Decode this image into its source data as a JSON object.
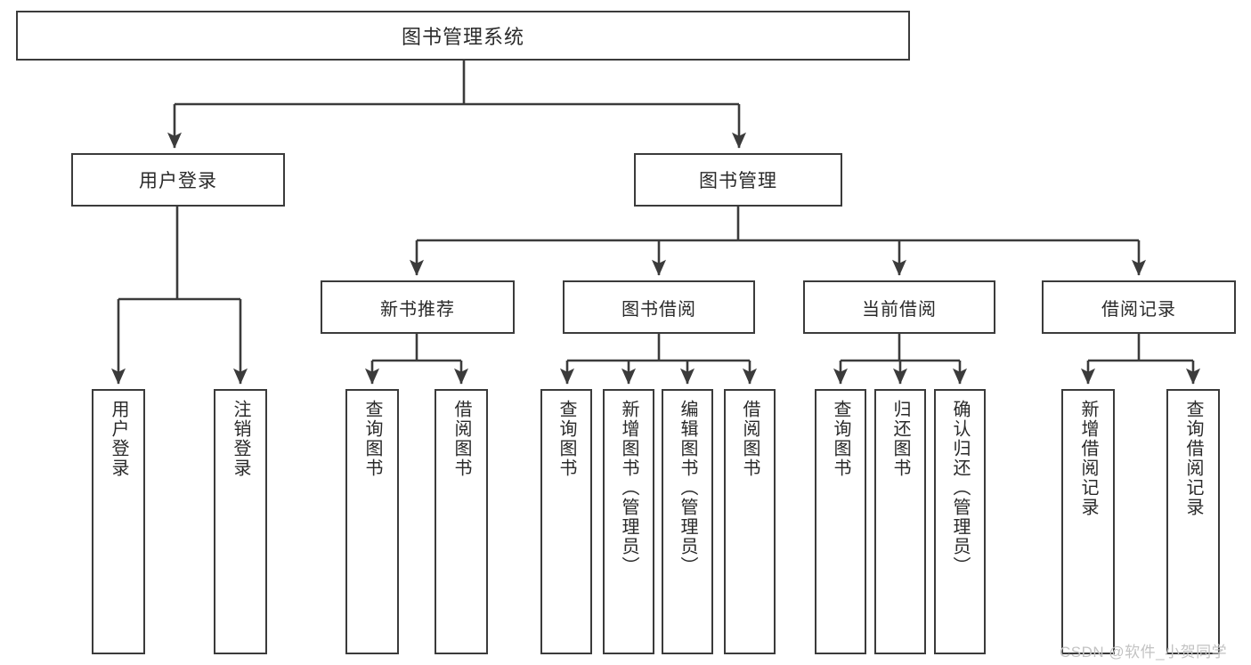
{
  "diagram": {
    "title": "图书管理系统",
    "type": "tree-hierarchy-diagram",
    "colors": {
      "box_border": "#3b3b3b",
      "box_fill": "#ffffff",
      "connector": "#3b3b3b",
      "text": "#2a2a2a",
      "watermark": "#c3c3c3",
      "background": "#ffffff"
    },
    "root": {
      "label": "图书管理系统"
    },
    "level1": [
      {
        "label": "用户登录"
      },
      {
        "label": "图书管理"
      }
    ],
    "level2": [
      {
        "label": "新书推荐"
      },
      {
        "label": "图书借阅"
      },
      {
        "label": "当前借阅"
      },
      {
        "label": "借阅记录"
      }
    ],
    "leaves": {
      "user_login": [
        {
          "label": "用户登录"
        },
        {
          "label": "注销登录"
        }
      ],
      "new_book_recommend": [
        {
          "label": "查询图书"
        },
        {
          "label": "借阅图书"
        }
      ],
      "book_borrow": [
        {
          "label": "查询图书"
        },
        {
          "label": "新增图书（管理员）"
        },
        {
          "label": "编辑图书（管理员）"
        },
        {
          "label": "借阅图书"
        }
      ],
      "current_borrow": [
        {
          "label": "查询图书"
        },
        {
          "label": "归还图书"
        },
        {
          "label": "确认归还（管理员）"
        }
      ],
      "borrow_record": [
        {
          "label": "新增借阅记录"
        },
        {
          "label": "查询借阅记录"
        }
      ]
    }
  },
  "watermark": {
    "text": "CSDN @软件_小贺同学"
  }
}
